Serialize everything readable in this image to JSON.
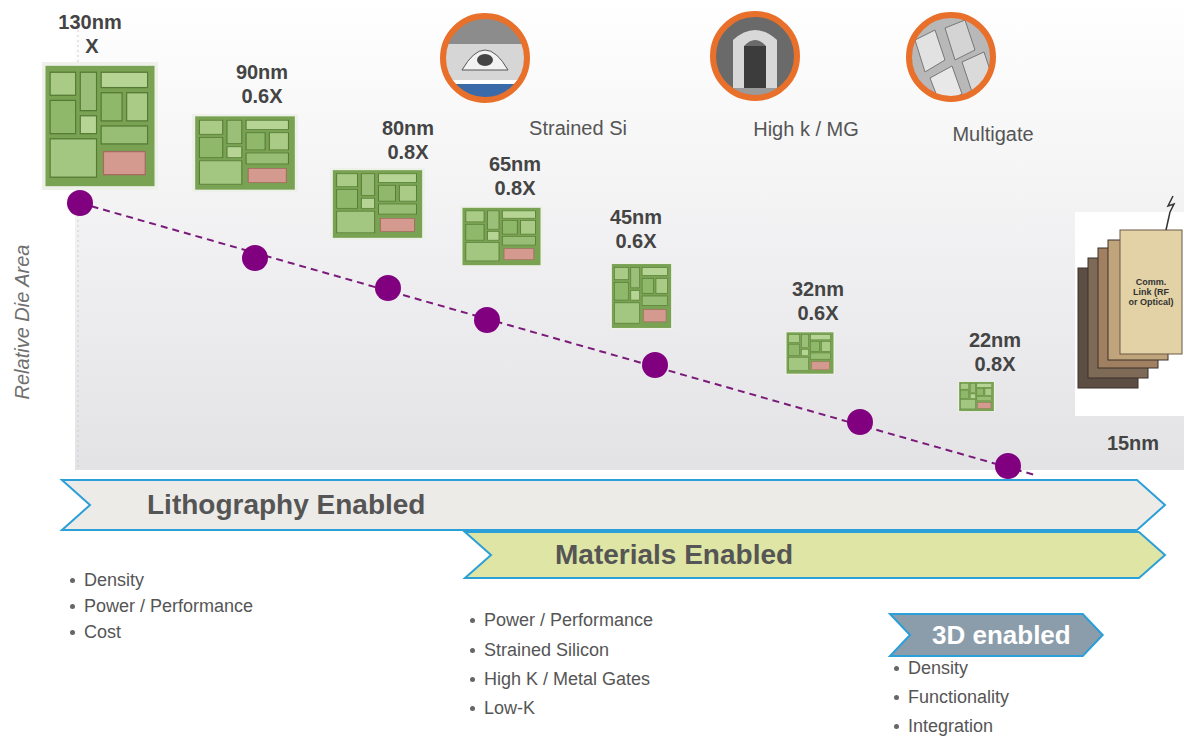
{
  "diagram": {
    "nodes": [
      {
        "text": [
          "Lithography Enabled"
        ]
      },
      {
        "text": [
          "Materials Enabled"
        ]
      },
      {
        "text": [
          "3D enabled"
        ]
      }
    ],
    "labels": [
      "Relative Die Area",
      "130nm",
      "X",
      "90nm",
      "0.6X",
      "80nm",
      "0.8X",
      "65nm",
      "0.8X",
      "45nm",
      "0.6X",
      "32nm",
      "0.6X",
      "22nm",
      "0.8X",
      "Strained Si",
      "High k / MG",
      "Multigate",
      "Comm. Link (RF or Optical)",
      "15nm",
      "Density",
      "Power / Performance",
      "Cost",
      "Power / Performance",
      "Strained Silicon",
      "High K / Metal Gates",
      "Low-K",
      "Density",
      "Functionality",
      "Integration"
    ]
  }
}
